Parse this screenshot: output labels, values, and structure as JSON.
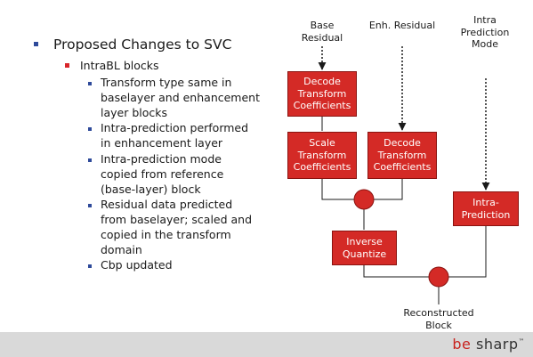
{
  "bullets": {
    "level1": "Proposed Changes to SVC",
    "level2": "IntraBL blocks",
    "items": [
      "Transform type same in baselayer and enhancement layer blocks",
      "Intra-prediction performed in enhancement layer",
      "Intra-prediction mode copied from reference (base-layer) block",
      "Residual data predicted from baselayer; scaled and copied in the transform domain",
      "Cbp updated"
    ]
  },
  "diagram": {
    "inputs": {
      "base_residual": "Base Residual",
      "enh_residual": "Enh. Residual",
      "intra_mode": "Intra Prediction Mode"
    },
    "boxes": {
      "decode_base": "Decode Transform Coefficients",
      "scale": "Scale Transform Coefficients",
      "decode_enh": "Decode Transform Coefficients",
      "intra_prediction": "Intra-Prediction",
      "inverse_quantize": "Inverse Quantize"
    },
    "output": "Reconstructed Block"
  },
  "footer": {
    "logo_be": "be",
    "logo_sharp": "sharp",
    "logo_tm": "™"
  },
  "colors": {
    "box_red": "#d42a26",
    "bullet_blue": "#2e4a9a",
    "bullet_red": "#d8262a",
    "footer_gray": "#d9d9d9"
  }
}
